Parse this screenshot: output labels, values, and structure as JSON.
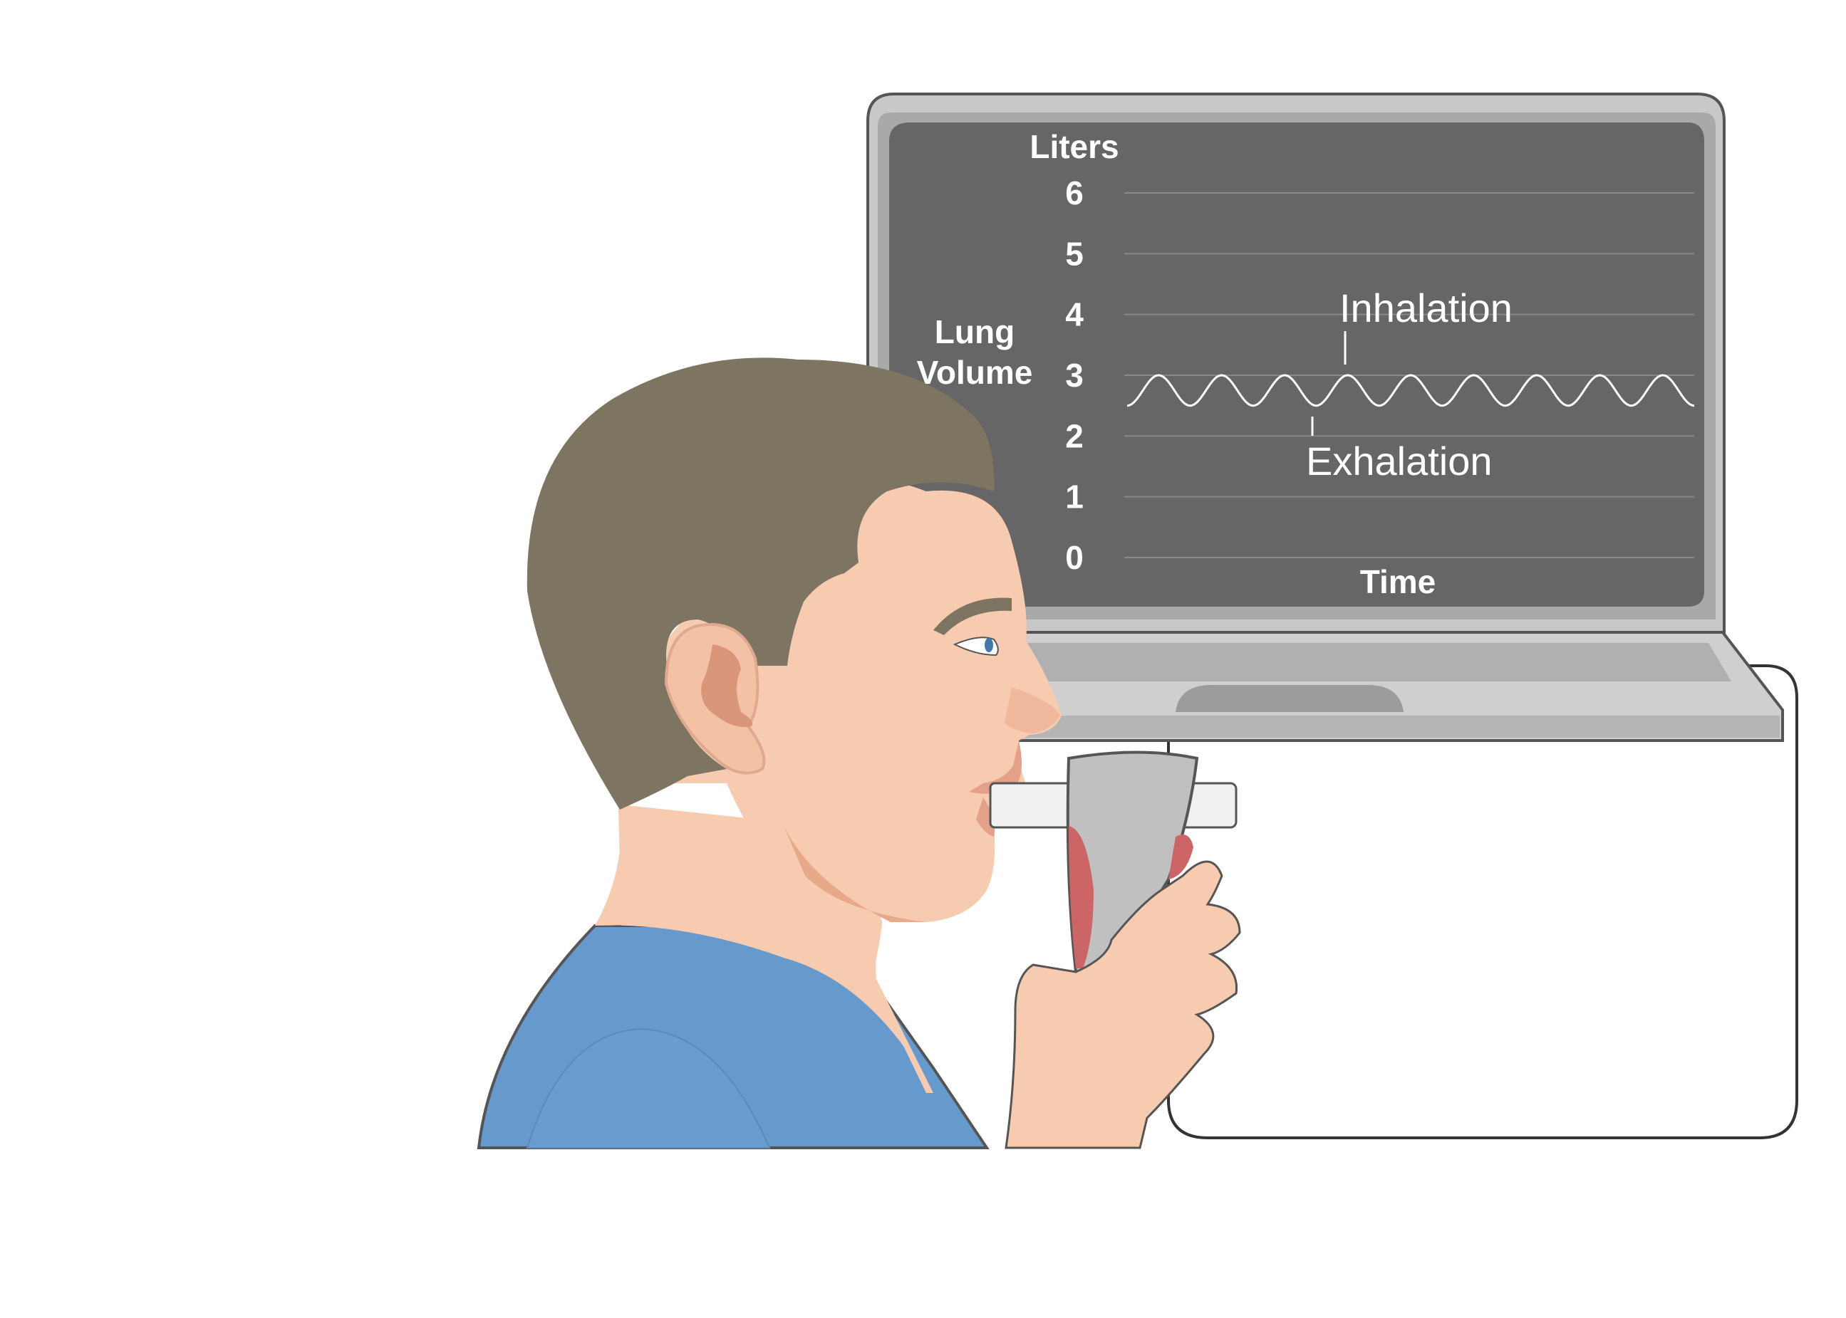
{
  "monitor": {
    "y_unit_label": "Liters",
    "y_axis_title_line1": "Lung",
    "y_axis_title_line2": "Volume",
    "x_axis_label": "Time",
    "y_ticks": [
      "6",
      "5",
      "4",
      "3",
      "2",
      "1",
      "0"
    ],
    "annotations": {
      "inhalation": "Inhalation",
      "exhalation": "Exhalation"
    },
    "trace": {
      "baseline_liters": 2.75,
      "amplitude_liters": 0.25,
      "cycles": 9,
      "peaks_at_liters": 3.0,
      "troughs_at_liters": 2.5
    }
  },
  "colors": {
    "screen": "#666666",
    "laptop_frame": "#c8c8c8",
    "skin": "#f7cbb0",
    "hair": "#7d7561",
    "shirt": "#6699cc",
    "spirometer_body": "#c0c0c0",
    "spirometer_accent": "#cc6666"
  }
}
